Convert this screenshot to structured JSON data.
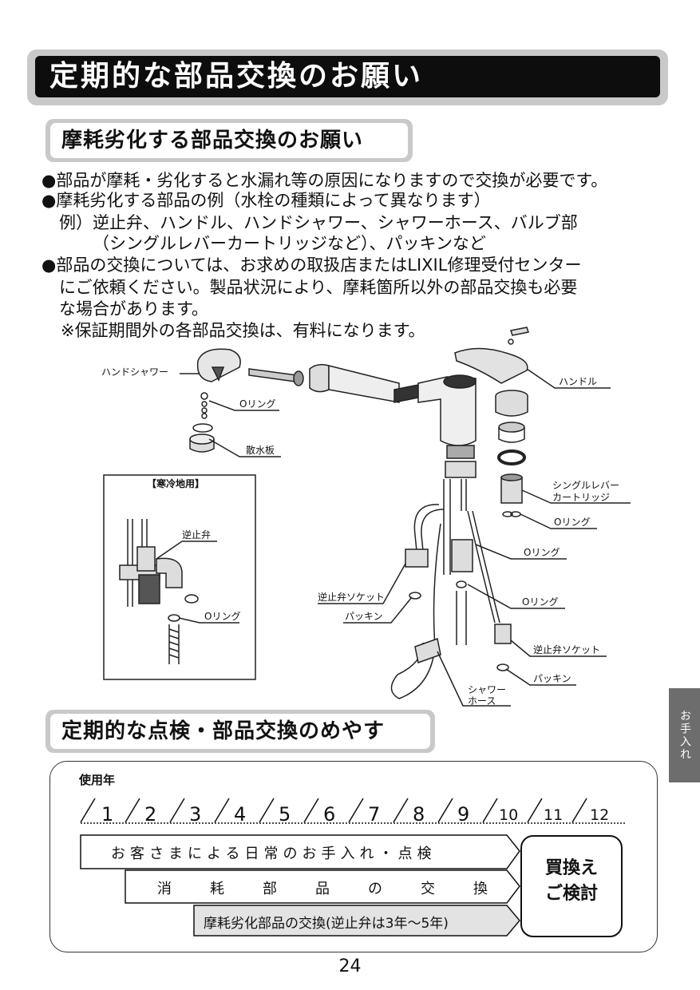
{
  "title": "定期的な部品交換のお願い",
  "section1": {
    "heading": "摩耗劣化する部品交換のお願い",
    "lines": [
      "●部品が摩耗・劣化すると水漏れ等の原因になりますので交換が必要です。",
      "●摩耗劣化する部品の例（水栓の種類によって異なります）",
      "例）逆止弁、ハンドル、ハンドシャワー、シャワーホース、バルブ部",
      "（シングルレバーカートリッジなど）、パッキンなど",
      "●部品の交換については、お求めの取扱店またはLIXIL修理受付センター",
      "にご依頼ください。製品状況により、摩耗箇所以外の部品交換も必要",
      "な場合があります。",
      "※保証期間外の各部品交換は、有料になります。"
    ]
  },
  "diagram": {
    "labels": {
      "hand_shower": "ハンドシャワー",
      "oring_1": "Oリング",
      "spray_plate": "散水板",
      "handle": "ハンドル",
      "cartridge_1": "シングルレバー",
      "cartridge_2": "カートリッジ",
      "oring_2": "Oリング",
      "oring_3": "Oリング",
      "oring_4": "Oリング",
      "check_socket_1": "逆止弁ソケット",
      "packing_1": "パッキン",
      "check_socket_2": "逆止弁ソケット",
      "packing_2": "パッキン",
      "shower_hose_1": "シャワー",
      "shower_hose_2": "ホース"
    },
    "inset": {
      "title": "【寒冷地用】",
      "check_valve": "逆止弁",
      "oring": "Oリング"
    }
  },
  "side_tab": "お手入れ",
  "section2": {
    "heading": "定期的な点検・部品交換のめやす",
    "year_label": "使用年",
    "years": [
      "1",
      "2",
      "3",
      "4",
      "5",
      "6",
      "7",
      "8",
      "9",
      "10",
      "11",
      "12"
    ],
    "row1": "お客さまによる日常のお手入れ・点検",
    "row2": [
      "消",
      "耗",
      "部",
      "品",
      "の",
      "交",
      "換"
    ],
    "row3": "摩耗劣化部品の交換(逆止弁は3年～5年)",
    "decision_1": "買換え",
    "decision_2": "ご検討"
  },
  "page_number": "24"
}
